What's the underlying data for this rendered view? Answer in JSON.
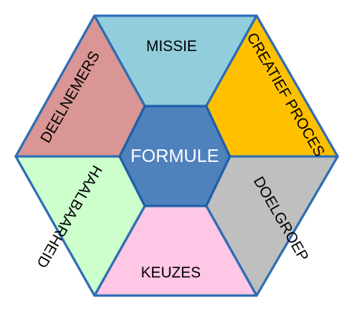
{
  "center": {
    "label": "FORMULE",
    "color": "#4f81bd"
  },
  "segments": [
    {
      "id": "missie",
      "label": "MISSIE",
      "color": "#92cddc"
    },
    {
      "id": "creatief-proces",
      "label": "CREATIEF PROCES",
      "color": "#ffc000"
    },
    {
      "id": "doelgroep",
      "label": "DOELGROEP",
      "color": "#bfbfbf"
    },
    {
      "id": "keuzes",
      "label": "KEUZES",
      "color": "#ffc7e6"
    },
    {
      "id": "haalbaarheid",
      "label": "HAALBAARHEID",
      "color": "#ccffcc"
    },
    {
      "id": "deelnemers",
      "label": "DEELNEMERS",
      "color": "#d99694"
    }
  ]
}
